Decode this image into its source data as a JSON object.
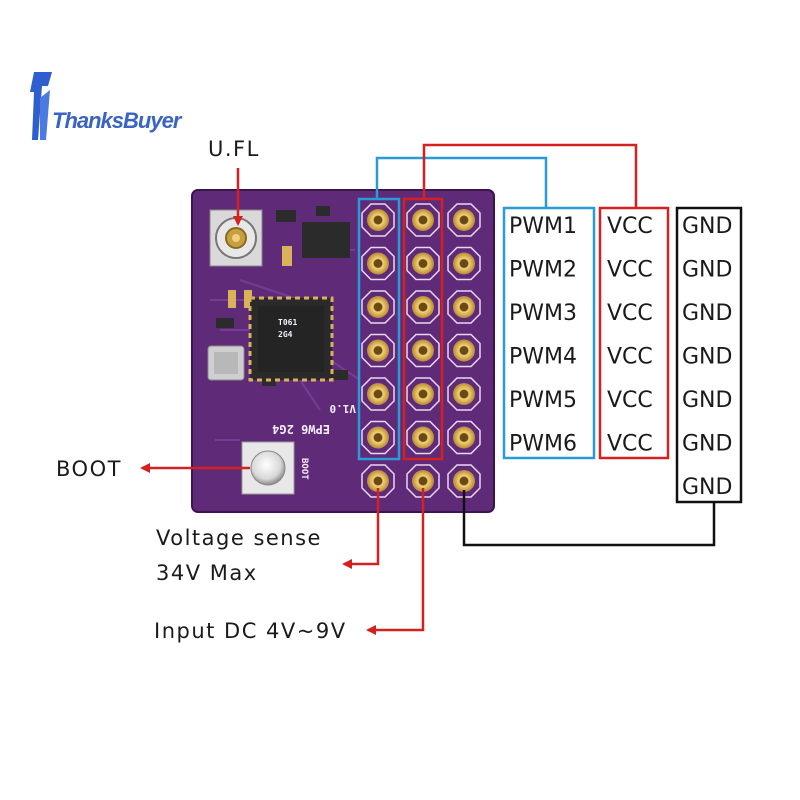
{
  "brand": {
    "name": "ThanksBuyer"
  },
  "board": {
    "model_marking": "EPW6 2G4",
    "version_marking": "V1.0",
    "boot_marking": "BOOT",
    "colors": {
      "pcb": "#5f2a78",
      "pin_gold": "#d8b15a",
      "pin_hole": "#6a4a12"
    }
  },
  "pin_columns": {
    "pwm": {
      "labels": [
        "PWM1",
        "PWM2",
        "PWM3",
        "PWM4",
        "PWM5",
        "PWM6"
      ],
      "color": "#2a9ad8"
    },
    "vcc": {
      "labels": [
        "VCC",
        "VCC",
        "VCC",
        "VCC",
        "VCC",
        "VCC"
      ],
      "color": "#d42020"
    },
    "gnd": {
      "labels": [
        "GND",
        "GND",
        "GND",
        "GND",
        "GND",
        "GND",
        "GND"
      ],
      "color": "#111111"
    }
  },
  "callouts": {
    "ufl": "U.FL",
    "boot": "BOOT",
    "voltage_sense_line1": "Voltage sense",
    "voltage_sense_line2": "34V Max",
    "input_dc": "Input DC 4V~9V"
  },
  "colors": {
    "arrow_red": "#d42020",
    "wire_blue": "#2a9ad8",
    "wire_black": "#111111"
  }
}
